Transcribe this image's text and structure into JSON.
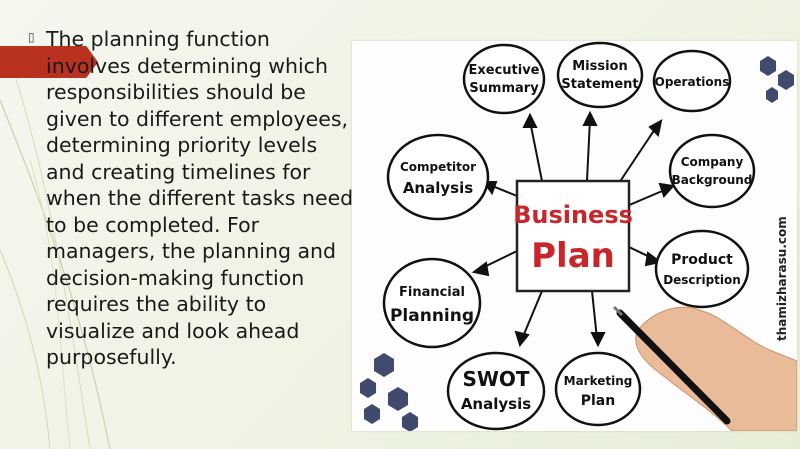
{
  "slide": {
    "bullet_text": "The planning function involves determining which responsibilities should be given to different employees, determining priority levels and creating timelines for when the different tasks need to be completed. For managers, the planning and decision-making function requires the ability to visualize and look ahead purposefully."
  },
  "diagram": {
    "center": [
      "Business",
      "Plan"
    ],
    "nodes": [
      {
        "lines": [
          "Executive",
          "Summary"
        ]
      },
      {
        "lines": [
          "Mission",
          "Statement"
        ]
      },
      {
        "lines": [
          "Operations"
        ]
      },
      {
        "lines": [
          "Company",
          "Background"
        ]
      },
      {
        "lines": [
          "Product",
          "Description"
        ]
      },
      {
        "lines": [
          "Marketing",
          "Plan"
        ]
      },
      {
        "lines": [
          "SWOT",
          "Analysis"
        ]
      },
      {
        "lines": [
          "Financial",
          "Planning"
        ]
      },
      {
        "lines": [
          "Competitor",
          "Analysis"
        ]
      }
    ],
    "watermark": "thamizharasu.com",
    "accent_color": "#c8262b",
    "hex_color": "#1f2b54"
  }
}
